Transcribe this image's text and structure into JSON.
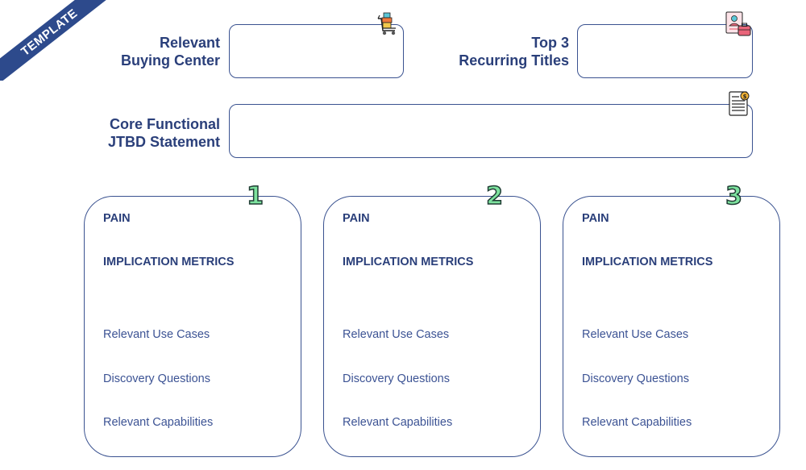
{
  "ribbon": {
    "text": "TEMPLATE"
  },
  "fields": {
    "buying_center": {
      "label_line1": "Relevant",
      "label_line2": "Buying Center",
      "icon": "shopping-cart-icon"
    },
    "recurring_titles": {
      "label_line1": "Top 3",
      "label_line2": "Recurring Titles",
      "icon": "resume-briefcase-icon"
    },
    "jtbd": {
      "label_line1": "Core Functional",
      "label_line2": "JTBD Statement",
      "icon": "invoice-document-icon"
    }
  },
  "cards": [
    {
      "number": "1",
      "pain": "PAIN",
      "implication": "IMPLICATION METRICS",
      "use_cases": "Relevant Use Cases",
      "discovery": "Discovery Questions",
      "capabilities": "Relevant Capabilities"
    },
    {
      "number": "2",
      "pain": "PAIN",
      "implication": "IMPLICATION METRICS",
      "use_cases": "Relevant Use Cases",
      "discovery": "Discovery Questions",
      "capabilities": "Relevant Capabilities"
    },
    {
      "number": "3",
      "pain": "PAIN",
      "implication": "IMPLICATION METRICS",
      "use_cases": "Relevant Use Cases",
      "discovery": "Discovery Questions",
      "capabilities": "Relevant Capabilities"
    }
  ]
}
